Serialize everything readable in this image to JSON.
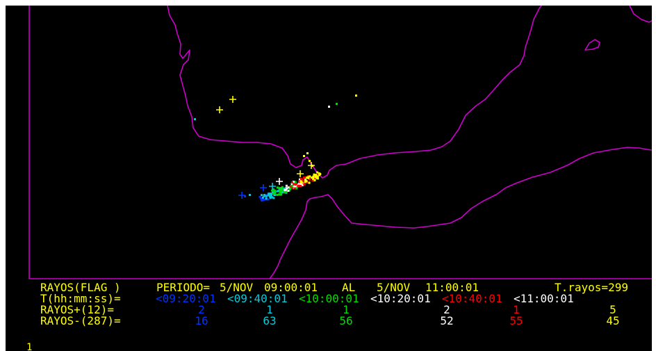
{
  "colors": {
    "background": "#000000",
    "coast": "#cc00cc",
    "header": "#ffff00",
    "interval_colors": [
      "#0033ff",
      "#00ccdd",
      "#00dd00",
      "#ffffff",
      "#ff0000",
      "#ffff00"
    ]
  },
  "header": {
    "label": "RAYOS(FLAG )",
    "period_label": "PERIODO=",
    "start_date": "5/NOV",
    "start_time": "09:00:01",
    "al": "AL",
    "end_date": "5/NOV",
    "end_time": "11:00:01",
    "total": "T.rayos=299"
  },
  "time_row": {
    "label": "T(hh:mm:ss)=",
    "intervals": [
      "<09:20:01",
      "<09:40:01",
      "<10:00:01",
      "<10:20:01",
      "<10:40:01",
      "<11:00:01"
    ]
  },
  "positive_row": {
    "label": "RAYOS+(12)=",
    "counts": [
      "2",
      "1",
      "1",
      "2",
      "1",
      "5"
    ]
  },
  "negative_row": {
    "label": "RAYOS-(287)=",
    "counts": [
      "16",
      "63",
      "56",
      "52",
      "55",
      "45"
    ]
  },
  "footer": {
    "page": "1"
  }
}
